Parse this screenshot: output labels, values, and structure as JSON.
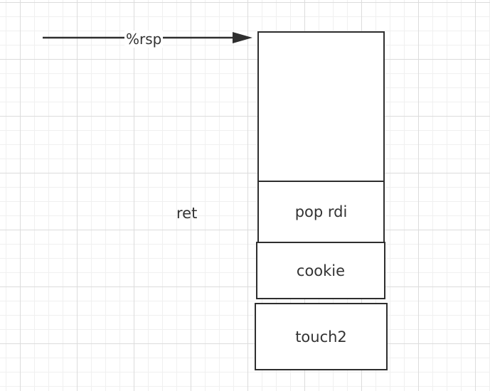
{
  "diagram": {
    "pointer": {
      "label": "%rsp"
    },
    "side_label": "ret",
    "stack_slots": [
      {
        "label": ""
      },
      {
        "label": "pop rdi"
      },
      {
        "label": "cookie"
      },
      {
        "label": "touch2"
      }
    ],
    "colors": {
      "line": "#2e2e2e",
      "text": "#333333",
      "grid": "#dcdcdc",
      "background": "#ffffff"
    }
  }
}
